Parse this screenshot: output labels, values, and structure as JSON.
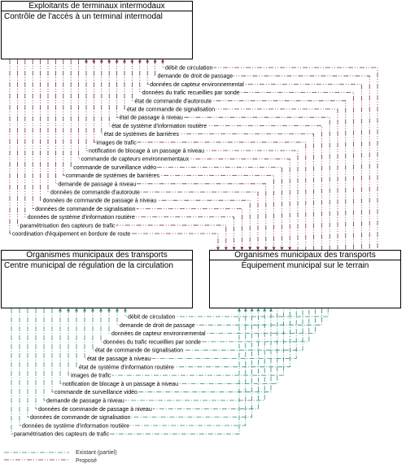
{
  "colors": {
    "planned": "#7a2a5a",
    "existing": "#2a8a7a"
  },
  "entities": {
    "top": {
      "org": "Exploitants de terminaux intermodaux",
      "name": "Contrôle de l'accès à un terminal intermodal"
    },
    "left": {
      "org": "Organismes municipaux des transports",
      "name": "Centre municipal de régulation de la circulation"
    },
    "right": {
      "org": "Organismes municipaux des transports",
      "name": "Équipement municipal sur le terrain"
    }
  },
  "flows_top": [
    "débit de circulation",
    "demande de droit de passage",
    "données de capteur environnemental",
    "données du trafic recueillies par sonde",
    "état de commande d'autoroute",
    "état de commande de signalisation",
    "état de passage à niveau",
    "état de système d'information routière",
    "état de systèmes de barrières",
    "images de trafic",
    "notification de blocage à un passage à niveau",
    "commande de capteurs environnementaux",
    "commande de surveillance vidéo",
    "commande de systèmes de barrières",
    "demande de passage à niveau",
    "données de commande d'autoroute",
    "données de commande de passage à niveau",
    "données de commande de signalisation",
    "données de système d'information routière",
    "paramétrisation des capteurs de trafic",
    "coordination d'équipement en bordure de route"
  ],
  "flows_bottom": [
    "débit de circulation",
    "demande de droit de passage",
    "données de capteur environnemental",
    "données du trafic recueillies par sonde",
    "état de commande de signalisation",
    "état de passage à niveau",
    "état de système d'information routière",
    "images de trafic",
    "notification de blocage à un passage à niveau",
    "commande de surveillance vidéo",
    "demande de passage à niveau",
    "données de commande de passage à niveau",
    "données de commande de signalisation",
    "données de système d'information routière",
    "paramétrisation des capteurs de trafic"
  ],
  "legend": {
    "existing": "Existant (partiel)",
    "planned": "Proposé"
  }
}
